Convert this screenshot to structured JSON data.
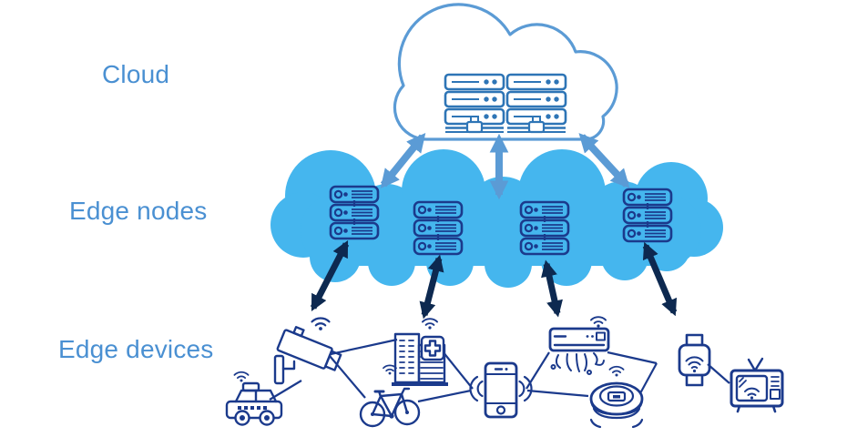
{
  "diagram": {
    "labels": {
      "cloud": "Cloud",
      "edge_nodes": "Edge nodes",
      "edge_devices": "Edge devices"
    },
    "layers": [
      {
        "id": "cloud",
        "label": "Cloud",
        "server_racks": 2
      },
      {
        "id": "edge-nodes",
        "label": "Edge nodes",
        "server_racks": 4
      },
      {
        "id": "edge-devices",
        "label": "Edge devices",
        "devices": [
          "cctv-camera",
          "connected-car",
          "hospital",
          "bicycle",
          "smartphone",
          "air-conditioner",
          "robot-vacuum",
          "iot-module",
          "smart-tv"
        ]
      }
    ],
    "connections": {
      "cloud_to_edge_nodes": {
        "count": 3,
        "style": "double-headed-arrow",
        "color": "#5b9bd5"
      },
      "edge_nodes_to_devices": {
        "count": 4,
        "style": "double-headed-arrow",
        "color": "#0d2950"
      },
      "device_mesh_links": 10
    },
    "colors": {
      "background": "#ffffff",
      "label_text": "#4a90d2",
      "cloud_outline": "#5b9bd5",
      "cloud_servers": "#2e75b6",
      "edge_cloud_fill": "#45b6ee",
      "edge_servers": "#1b3a8c",
      "device_icons": "#1b3a8c",
      "device_arrows": "#0d2950",
      "cloud_arrows": "#5b9bd5"
    }
  }
}
